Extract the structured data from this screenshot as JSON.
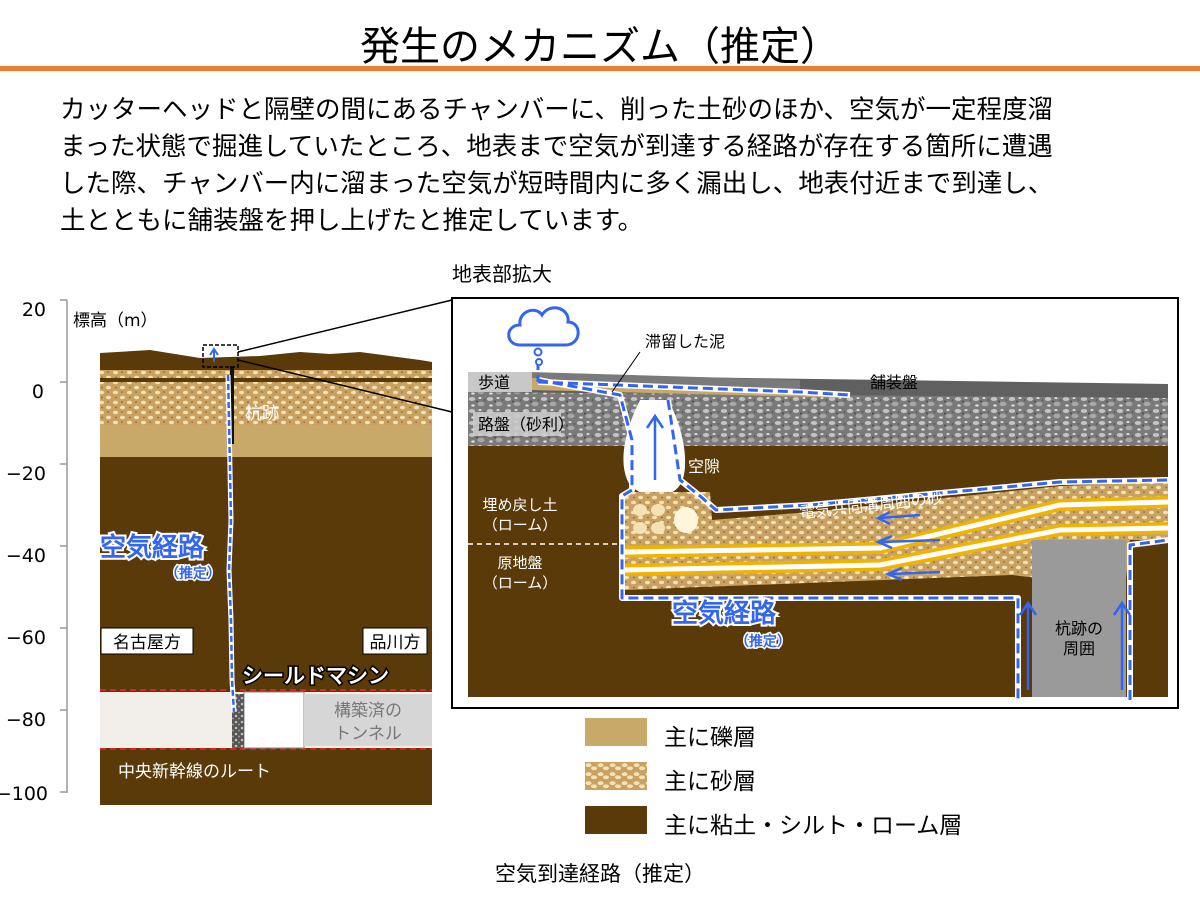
{
  "page": {
    "title": "発生のメカニズム（推定）",
    "description_lines": [
      "カッターヘッドと隔壁の間にあるチャンバーに、削った土砂のほか、空気が一定程度溜",
      "まった状態で掘進していたところ、地表まで空気が到達する経路が存在する箇所に遭遇",
      "した際、チャンバー内に溜まった空気が短時間内に多く漏出し、地表付近まで到達し、",
      "土とともに舗装盤を押し上げたと推定しています。"
    ],
    "caption": "空気到達経路（推定）",
    "accent_color": "#ed7d31"
  },
  "left": {
    "y_axis_title": "標高（m）",
    "y_ticks": [
      "20",
      "0",
      "−20",
      "−40",
      "−60",
      "−80",
      "−100"
    ],
    "pile_label": "杭跡",
    "air_path_label": "空気経路",
    "air_path_note": "（推定）",
    "nagoya_label": "名古屋方",
    "shinagawa_label": "品川方",
    "shield_label": "シールドマシン",
    "tunnel_label_1": "構築済の",
    "tunnel_label_2": "トンネル",
    "route_label": "中央新幹線のルート"
  },
  "zoom": {
    "heading": "地表部拡大",
    "mud_label": "滞留した泥",
    "sidewalk_label": "歩道",
    "pavement_label": "舗装盤",
    "roadbed_label": "路盤（砂利）",
    "void_label": "空隙",
    "sand_label": "電気共同溝周囲の砂",
    "backfill_label_1": "埋め戻し土",
    "backfill_label_2": "（ローム）",
    "ground_label_1": "原地盤",
    "ground_label_2": "（ローム）",
    "air_path_label": "空気経路",
    "air_path_note": "（推定）",
    "pile_label_1": "杭跡の",
    "pile_label_2": "周囲"
  },
  "legend": {
    "gravel": "主に礫層",
    "sand": "主に砂層",
    "clay": "主に粘土・シルト・ローム層"
  },
  "colors": {
    "clay": "#5a3a08",
    "gravel": "#c8a96a",
    "sand": "#d2ae6e",
    "air_path": "#3366ee",
    "route_line": "#dd2222",
    "pipe": "#f0b400"
  }
}
